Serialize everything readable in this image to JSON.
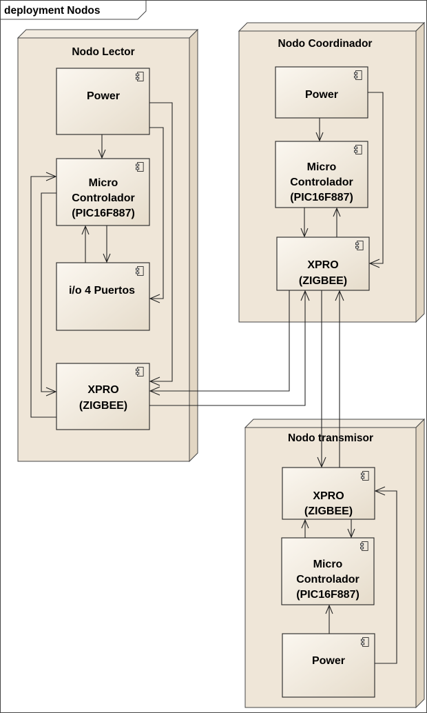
{
  "frame": {
    "title": "deployment Nodos"
  },
  "nodes": {
    "lector": {
      "title": "Nodo Lector",
      "power": [
        "Power"
      ],
      "micro": [
        "Micro",
        "Controlador",
        "(PIC16F887)"
      ],
      "io": [
        "i/o 4 Puertos"
      ],
      "xpro": [
        "XPRO",
        "(ZIGBEE)"
      ]
    },
    "coordinador": {
      "title": "Nodo Coordinador",
      "power": [
        "Power"
      ],
      "micro": [
        "Micro",
        "Controlador",
        "(PIC16F887)"
      ],
      "xpro": [
        "XPRO",
        "(ZIGBEE)"
      ]
    },
    "transmisor": {
      "title": "Nodo transmisor",
      "xpro": [
        "XPRO",
        "(ZIGBEE)"
      ],
      "micro": [
        "Micro",
        "Controlador",
        "(PIC16F887)"
      ],
      "power": [
        "Power"
      ]
    }
  },
  "icons": {
    "component": "component-icon"
  }
}
